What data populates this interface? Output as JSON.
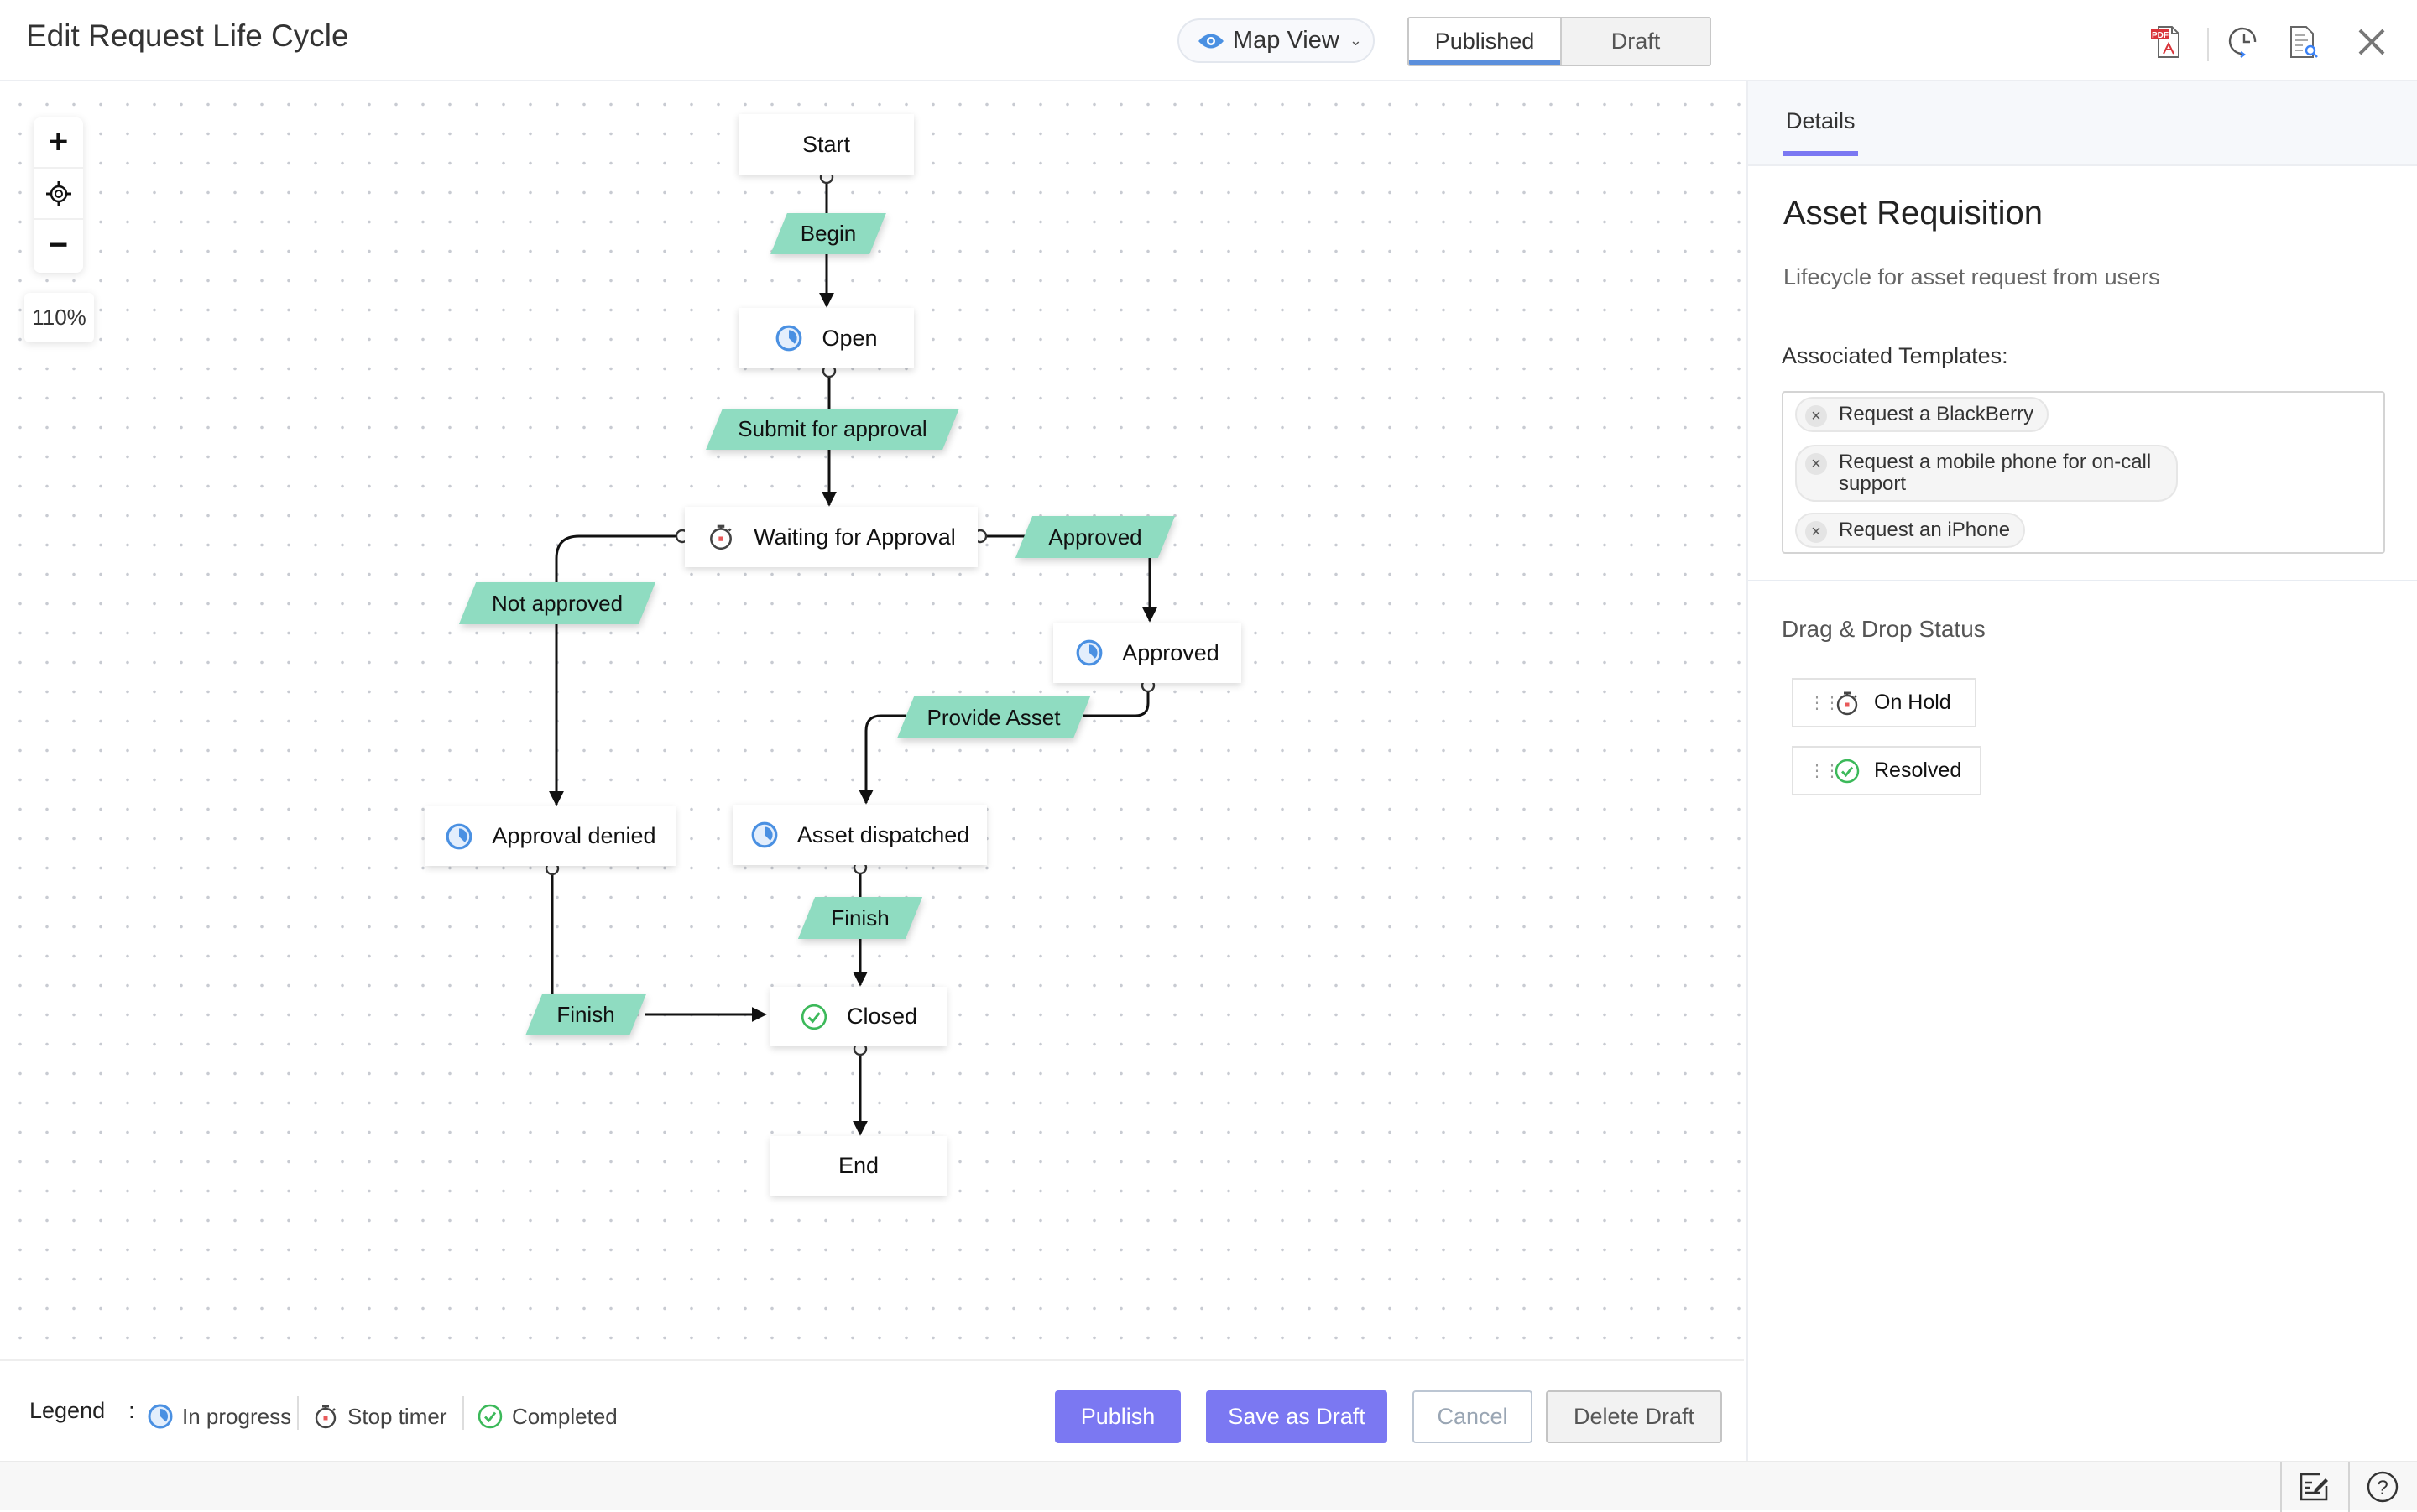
{
  "header": {
    "title": "Edit Request Life Cycle",
    "view_selector": "Map View",
    "tabs": [
      {
        "label": "Published",
        "active": true
      },
      {
        "label": "Draft",
        "active": false
      }
    ],
    "icons": [
      "pdf-export-icon",
      "history-icon",
      "document-search-icon",
      "close-icon"
    ]
  },
  "canvas": {
    "zoom_level": "110%",
    "nodes": [
      {
        "id": "start",
        "label": "Start",
        "icon": null
      },
      {
        "id": "open",
        "label": "Open",
        "icon": "in-progress"
      },
      {
        "id": "waiting",
        "label": "Waiting for Approval",
        "icon": "stop-timer"
      },
      {
        "id": "approved",
        "label": "Approved",
        "icon": "in-progress"
      },
      {
        "id": "denied",
        "label": "Approval denied",
        "icon": "in-progress"
      },
      {
        "id": "dispatched",
        "label": "Asset dispatched",
        "icon": "in-progress"
      },
      {
        "id": "closed",
        "label": "Closed",
        "icon": "completed"
      },
      {
        "id": "end",
        "label": "End",
        "icon": null
      }
    ],
    "transitions": [
      {
        "label": "Begin",
        "from": "Start",
        "to": "Open"
      },
      {
        "label": "Submit for approval",
        "from": "Open",
        "to": "Waiting for Approval"
      },
      {
        "label": "Approved",
        "from": "Waiting for Approval",
        "to": "Approved"
      },
      {
        "label": "Not approved",
        "from": "Waiting for Approval",
        "to": "Approval denied"
      },
      {
        "label": "Provide Asset",
        "from": "Approved",
        "to": "Asset dispatched"
      },
      {
        "label": "Finish",
        "from": "Asset dispatched",
        "to": "Closed"
      },
      {
        "label": "Finish",
        "from": "Approval denied",
        "to": "Closed"
      }
    ]
  },
  "legend": {
    "title": "Legend",
    "separator": ":",
    "items": [
      {
        "label": "In progress",
        "icon": "in-progress"
      },
      {
        "label": "Stop timer",
        "icon": "stop-timer"
      },
      {
        "label": "Completed",
        "icon": "completed"
      }
    ]
  },
  "actions": {
    "publish": "Publish",
    "save_draft": "Save as Draft",
    "cancel": "Cancel",
    "delete_draft": "Delete Draft"
  },
  "colors": {
    "primary_button": "#7b78f2",
    "transition": "#8fdcc1",
    "in_progress": "#4a90e2",
    "completed": "#3cb95a",
    "timer": "#e85a5a",
    "tab_underline": "#5b8fdc"
  },
  "panel": {
    "tab": "Details",
    "name": "Asset Requisition",
    "description": "Lifecycle for asset request from users",
    "templates_label": "Associated Templates:",
    "templates": [
      "Request a BlackBerry",
      "Request a mobile phone for on-call support",
      "Request an iPhone"
    ],
    "drag_drop_label": "Drag & Drop Status",
    "statuses": [
      {
        "label": "On Hold",
        "icon": "stop-timer"
      },
      {
        "label": "Resolved",
        "icon": "completed"
      }
    ]
  },
  "footer": {
    "icons": [
      "notes-icon",
      "help-icon"
    ]
  }
}
